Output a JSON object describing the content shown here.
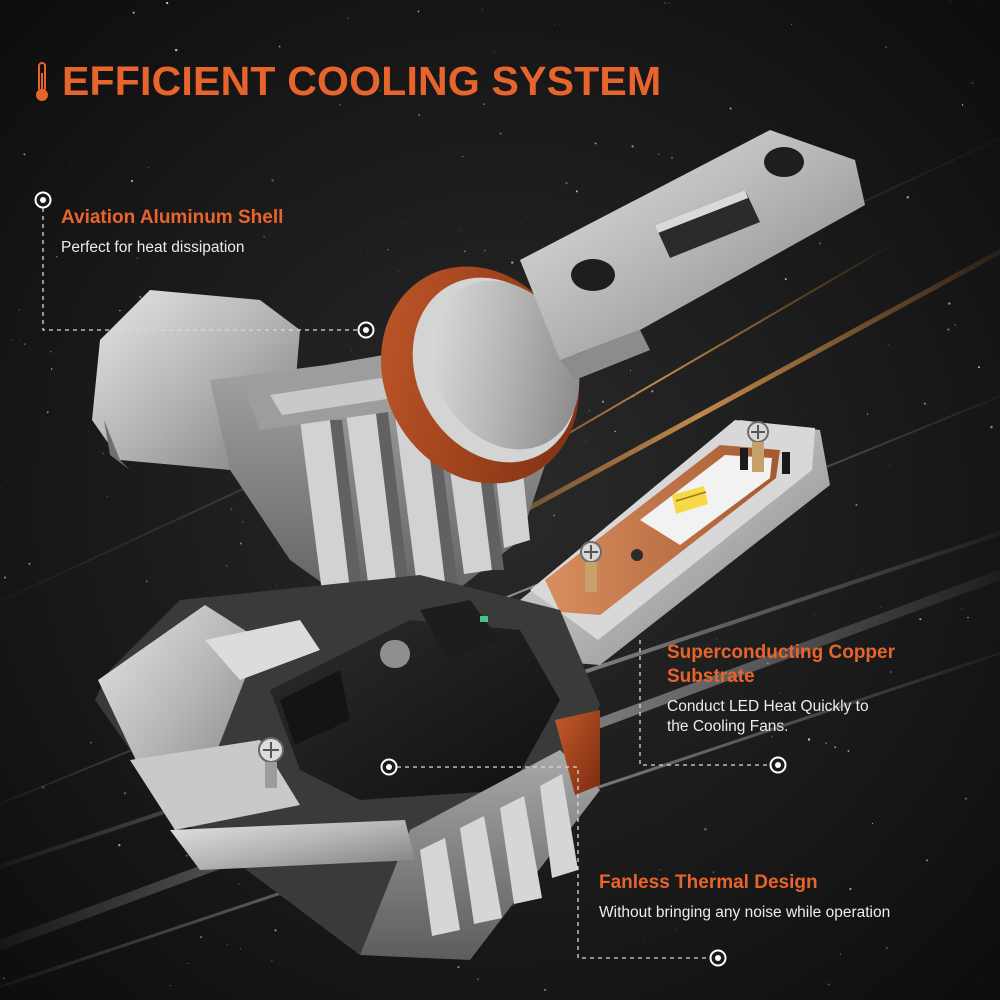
{
  "header": {
    "title": "EFFICIENT COOLING SYSTEM",
    "icon": "thermometer-icon"
  },
  "callouts": [
    {
      "title": "Aviation Aluminum Shell",
      "description": "Perfect for heat dissipation"
    },
    {
      "title_line1": "Superconducting Copper",
      "title_line2": "Substrate",
      "description_line1": "Conduct LED Heat Quickly to",
      "description_line2": "the Cooling Fans."
    },
    {
      "title": "Fanless Thermal Design",
      "description": "Without bringing any noise while operation"
    }
  ],
  "colors": {
    "accent": "#e8642d",
    "background": "#141414",
    "text": "#ececec",
    "aluminum": "#b9b9b9",
    "copper": "#c26a3f",
    "seal_ring": "#a8431d"
  }
}
